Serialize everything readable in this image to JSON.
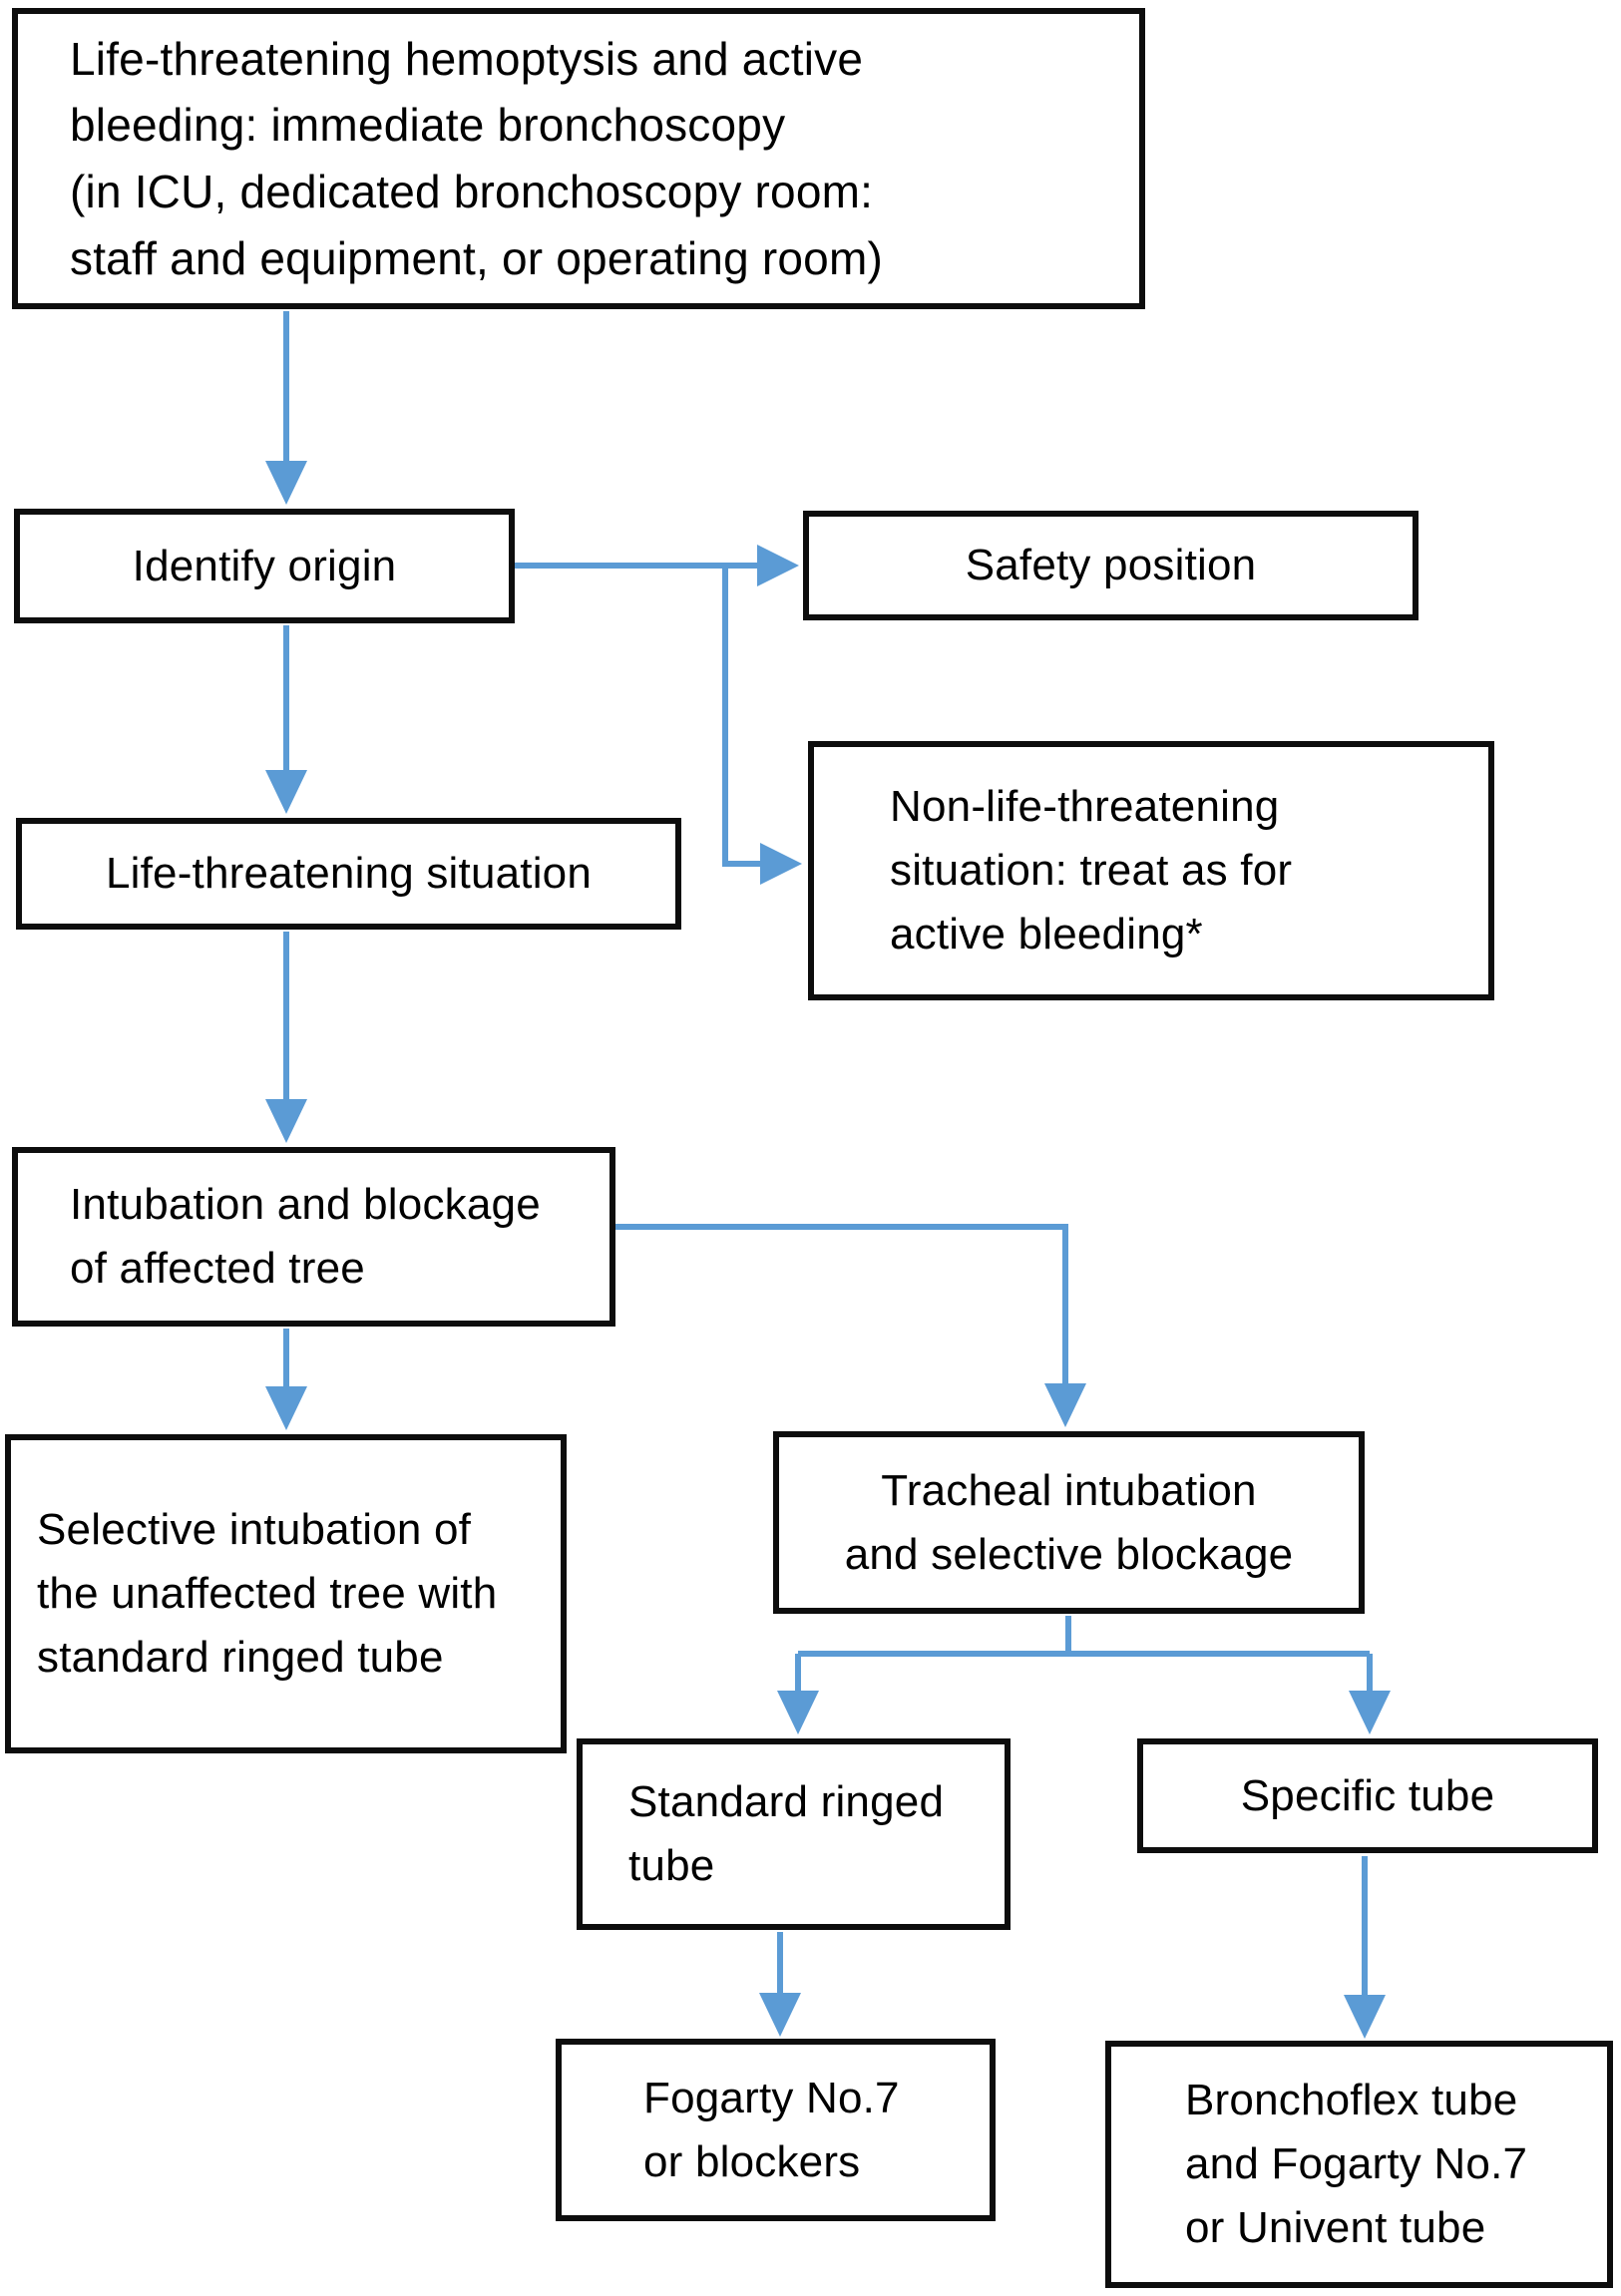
{
  "diagram": {
    "title": "Life-threatening hemoptysis management flowchart",
    "arrow_color": "#5b9bd5",
    "box_border_color": "#0d0d0d",
    "text_color": "#000000",
    "background_color": "#ffffff",
    "nodes": {
      "start": "Life-threatening hemoptysis and active\nbleeding: immediate bronchoscopy\n(in ICU, dedicated bronchoscopy room:\nstaff and equipment, or operating room)",
      "identify_origin": "Identify origin",
      "safety_position": "Safety position",
      "life_threatening": "Life-threatening situation",
      "non_life_threatening": "Non-life-threatening\nsituation: treat as for\nactive bleeding*",
      "intubation_blockage": "Intubation and blockage\nof affected tree",
      "selective_intubation": "Selective intubation of\nthe unaffected tree with\nstandard ringed tube",
      "tracheal_intubation": "Tracheal intubation\nand selective blockage",
      "standard_ringed_tube": "Standard ringed\ntube",
      "specific_tube": "Specific tube",
      "fogarty": "Fogarty No.7\nor blockers",
      "bronchoflex": "Bronchoflex tube\nand Fogarty No.7\nor Univent tube"
    },
    "edges": [
      "start -> identify_origin",
      "identify_origin -> safety_position",
      "identify_origin -> non_life_threatening",
      "identify_origin -> life_threatening",
      "life_threatening -> intubation_blockage",
      "intubation_blockage -> selective_intubation",
      "intubation_blockage -> tracheal_intubation",
      "tracheal_intubation -> standard_ringed_tube",
      "tracheal_intubation -> specific_tube",
      "standard_ringed_tube -> fogarty",
      "specific_tube -> bronchoflex"
    ]
  }
}
